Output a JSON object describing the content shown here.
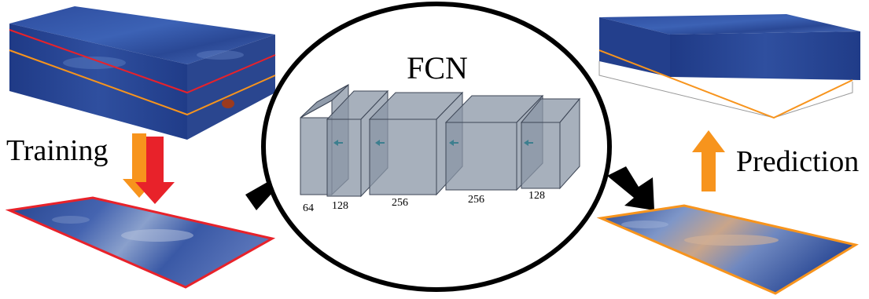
{
  "labels": {
    "training": "Training",
    "prediction": "Prediction",
    "network": "FCN"
  },
  "layers": [
    "64",
    "128",
    "256",
    "256",
    "128"
  ],
  "colors": {
    "field_dark": "#1f3c8a",
    "field_mid": "#3656a8",
    "field_light": "#7f97c8",
    "red": "#e8222a",
    "orange": "#f7941d",
    "layer_fill": "#8a95a6",
    "ellipse": "#000000"
  }
}
